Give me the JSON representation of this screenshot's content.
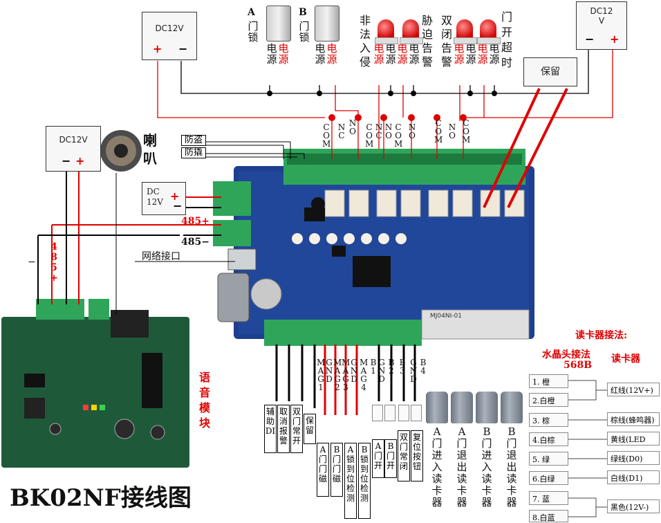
{
  "title": "BK02NF接线图",
  "power": {
    "dc12v": "DC12V",
    "dc12_split": "DC12\nV",
    "dc_12v_stack": "DC\n12V",
    "plus": "+",
    "minus": "−"
  },
  "locks": {
    "a_label": "A门锁",
    "b_label": "B门锁",
    "a_letter": "A",
    "b_letter": "B",
    "a_text": "门锁",
    "b_text": "门锁"
  },
  "alarms": {
    "intrusion": "非法入侵",
    "duress": "胁迫告警",
    "double_close": "双闭告警",
    "door_timeout": "门开超时"
  },
  "power_tag": "电源",
  "reserve": "保留",
  "relay_labels": [
    "COM",
    "NC",
    "NO",
    "COM",
    "NC",
    "NO",
    "COM",
    "NO",
    "COM",
    "NO",
    "COM"
  ],
  "left_inputs": {
    "anti_theft": "防盗",
    "anti_tamper": "防撬"
  },
  "rs485": {
    "plus": "485+",
    "minus": "485−",
    "vertical": "485+",
    "vertical_minus": "−",
    "network": "网络接口"
  },
  "speaker": "喇叭",
  "voice_module": "语音模块",
  "bottom_inputs": [
    "辅助DI",
    "取消报警",
    "双门常开",
    "保留"
  ],
  "bottom_pins": [
    "MAG1",
    "GND",
    "MAG2",
    "MAG3",
    "GND",
    "MAG4",
    "B1",
    "GND",
    "B2",
    "B3",
    "GND",
    "B4"
  ],
  "bottom_tags": [
    "A门门磁",
    "B门门磁",
    "A锁到位检测",
    "B锁到位检测",
    "A门开",
    "B门开",
    "双门常闭",
    "复位按钮"
  ],
  "readers": [
    "A门进入读卡器",
    "A门退出读卡器",
    "B门进入读卡器",
    "B门退出读卡器"
  ],
  "wiring": {
    "title": "读卡器接法:",
    "crystal": "水晶头接法",
    "std": "568B",
    "reader": "读卡器",
    "pins": [
      "1. 橙",
      "2.白橙",
      "3. 棕",
      "4.白棕",
      "5. 绿",
      "6.白绿",
      "7. 蓝",
      "8.白蓝"
    ],
    "colors": [
      "红线(12V+)",
      "棕线(蜂鸣器)",
      "黄线(LED",
      "绿线(D0)",
      "白线(D1)",
      "黑色(12V-)"
    ]
  },
  "board": {
    "model": "MJ04NI-01"
  },
  "colors": {
    "pcb_blue": "#1d3f8f",
    "terminal_green": "#2fa55a",
    "wire_red": "#e00000",
    "voice_pcb": "#1e5a3a"
  }
}
